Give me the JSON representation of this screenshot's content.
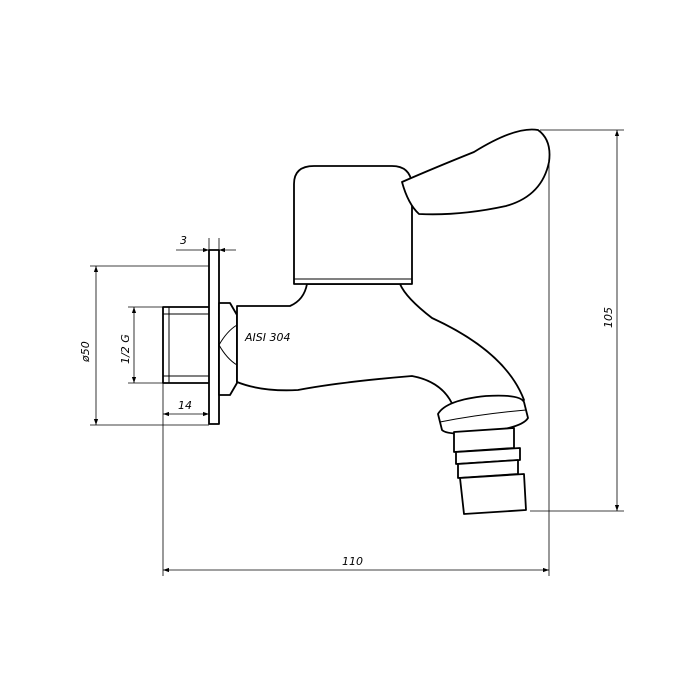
{
  "drawing": {
    "material_label": "AISI 304",
    "dimensions": {
      "flange_thickness": "3",
      "flange_diameter": "ø50",
      "thread": "1/2 G",
      "thread_length": "14",
      "overall_height": "105",
      "overall_length": "110"
    },
    "colors": {
      "line": "#000000",
      "background": "#ffffff"
    }
  }
}
